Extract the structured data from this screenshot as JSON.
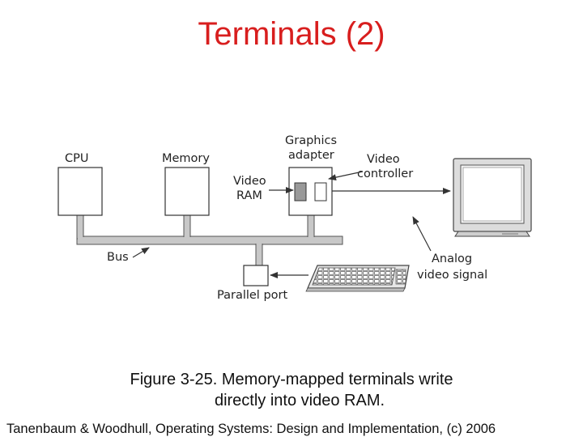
{
  "slide": {
    "title": "Terminals (2)",
    "caption_line1": "Figure 3-25. Memory-mapped terminals write",
    "caption_line2": "directly into video RAM.",
    "footer": "Tanenbaum & Woodhull, Operating Systems: Design and Implementation, (c) 2006"
  },
  "diagram": {
    "cpu_label": "CPU",
    "memory_label": "Memory",
    "graphics_label_1": "Graphics",
    "graphics_label_2": "adapter",
    "video_ram_label_1": "Video",
    "video_ram_label_2": "RAM",
    "video_controller_label_1": "Video",
    "video_controller_label_2": "controller",
    "bus_label": "Bus",
    "parallel_port_label": "Parallel port",
    "analog_label_1": "Analog",
    "analog_label_2": "video signal"
  },
  "colors": {
    "title": "#d81e1e",
    "bus": "#c8c8c8",
    "line": "#333333"
  },
  "icons": [
    "monitor-icon",
    "keyboard-icon"
  ]
}
